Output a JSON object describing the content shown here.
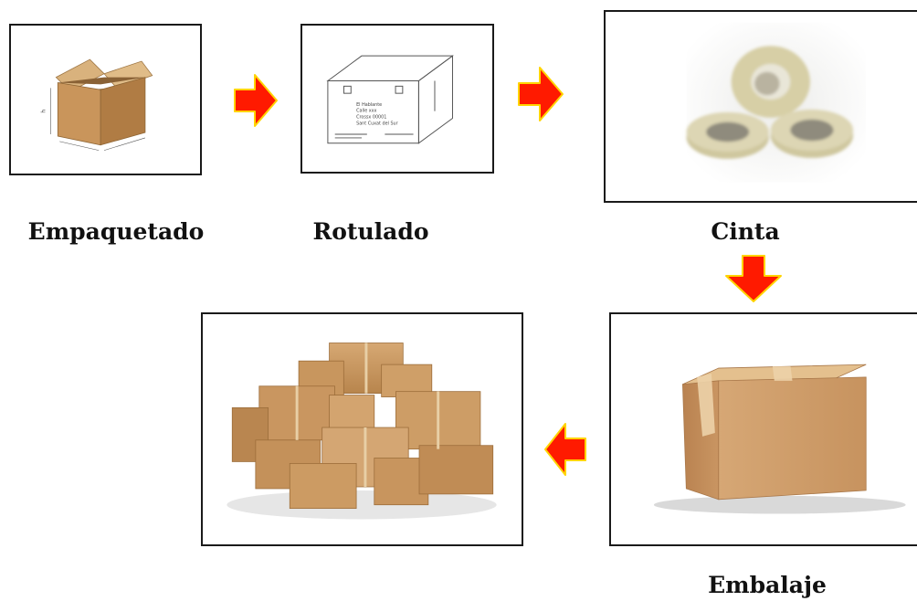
{
  "steps": {
    "empaquetado": "Empaquetado",
    "rotulado": "Rotulado",
    "cinta": "Cinta",
    "embalaje": "Embalaje"
  },
  "label_on_box": {
    "line1": "El Hablante",
    "line2": "Calle xxx",
    "line3": "Crossx 00001",
    "line4": "Sant Cuxat del Sur"
  },
  "colors": {
    "arrow_fill": "#ff1a00",
    "arrow_edge": "#ffd400",
    "cardboard": "#c99a63",
    "frame_border": "#1a1a1a"
  },
  "icons": {
    "arrow": "red-flow-arrow-icon",
    "open_box": "open-cardboard-box-icon",
    "labeled_box": "labeled-box-drawing-icon",
    "tape": "packing-tape-rolls-icon",
    "sealed_box": "sealed-cardboard-box-icon",
    "box_pile": "pile-of-boxes-icon"
  }
}
